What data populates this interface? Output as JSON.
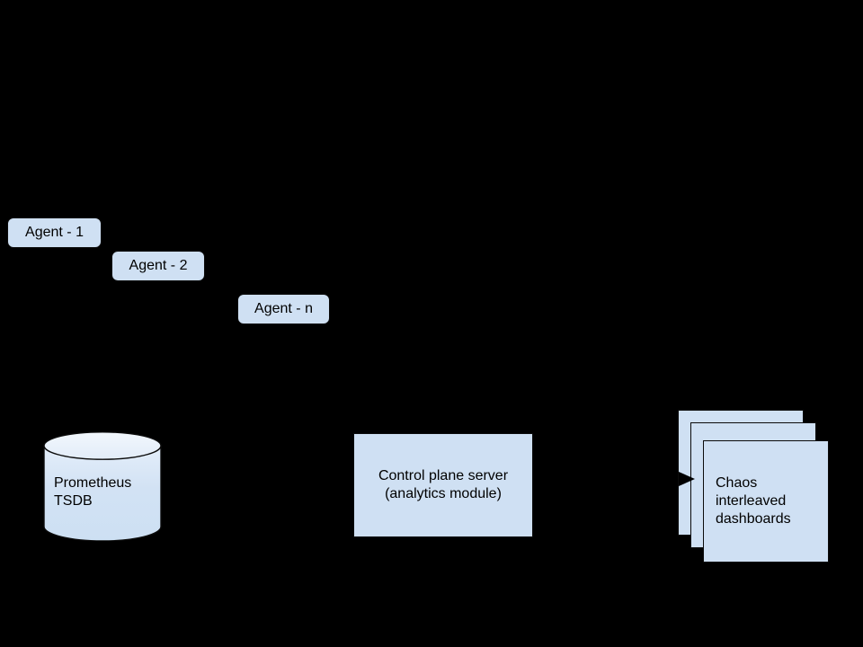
{
  "diagram": {
    "background_color": "#000000",
    "node_fill": "#cfe0f3",
    "node_stroke": "#0b0b0b",
    "cylinder_top_fill": "#eaf1fa",
    "text_color": "#000000",
    "agents": [
      {
        "label": "Agent - 1"
      },
      {
        "label": "Agent - 2"
      },
      {
        "label": "Agent - n"
      }
    ],
    "datastore": {
      "line1": "Prometheus",
      "line2": "TSDB"
    },
    "control_plane": {
      "line1": "Control plane server",
      "line2": "(analytics module)"
    },
    "dashboards": {
      "line1": "Chaos",
      "line2": "interleaved",
      "line3": "dashboards"
    }
  }
}
